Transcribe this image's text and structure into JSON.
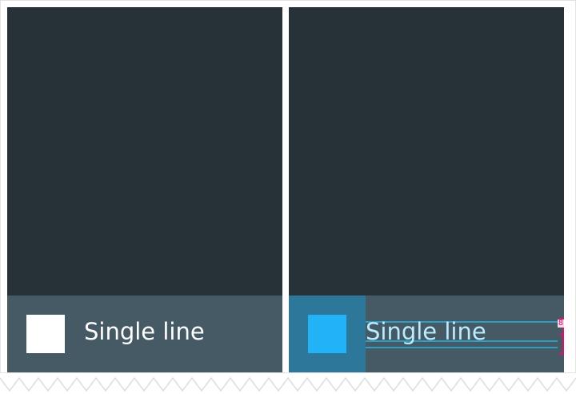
{
  "left_tile": {
    "label": "Single line"
  },
  "right_tile": {
    "label": "Single line",
    "spec_value": "8"
  },
  "colors": {
    "panel_bg": "#263238",
    "tile_bar": "#455a64",
    "icon_zone": "#2d789a",
    "accent_avatar": "#22b3f7",
    "guide_line": "#2f9ec6",
    "spec_marker": "#d0176c"
  }
}
